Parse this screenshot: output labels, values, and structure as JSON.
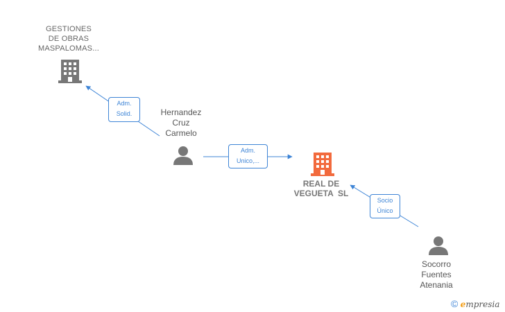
{
  "nodes": {
    "gestiones": {
      "lines": [
        "GESTIONES",
        "DE OBRAS",
        "MASPALOMAS..."
      ],
      "icon": "building-icon",
      "color": "#777777"
    },
    "hernandez": {
      "lines": [
        "Hernandez",
        "Cruz",
        "Carmelo"
      ],
      "icon": "person-icon",
      "color": "#777777"
    },
    "real": {
      "lines": [
        "REAL DE",
        "VEGUETA  SL"
      ],
      "icon": "building-icon",
      "color": "#f26a3d"
    },
    "socorro": {
      "lines": [
        "Socorro",
        "Fuentes",
        "Atenania"
      ],
      "icon": "person-icon",
      "color": "#777777"
    }
  },
  "edges": {
    "adm_solid": {
      "lines": [
        "Adm.",
        "Solid."
      ],
      "from": "hernandez",
      "to": "gestiones"
    },
    "adm_unico": {
      "lines": [
        "Adm.",
        "Unico,..."
      ],
      "from": "hernandez",
      "to": "real"
    },
    "socio_unico": {
      "lines": [
        "Socio",
        "Único"
      ],
      "from": "socorro",
      "to": "real"
    }
  },
  "colors": {
    "edge": "#3d84d6",
    "focus": "#f26a3d",
    "neutral": "#777777"
  },
  "watermark": {
    "symbol": "©",
    "brand_initial": "e",
    "brand_rest": "mpresia"
  }
}
